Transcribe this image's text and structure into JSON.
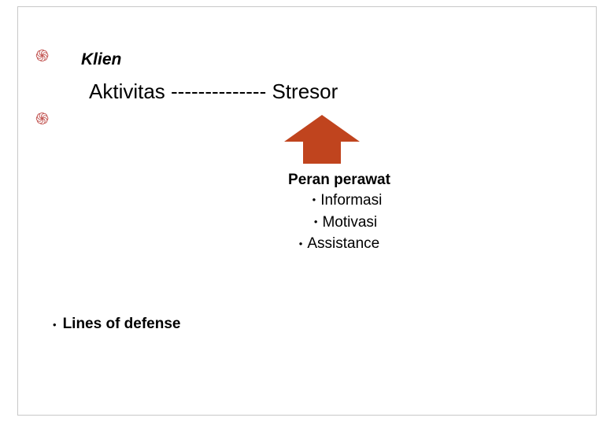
{
  "slide": {
    "bullets": {
      "curl_glyph": "֍",
      "dot_glyph": "•"
    },
    "items": [
      {
        "label": "Klien"
      },
      {
        "label": "Aktivitas -------------- Stresor"
      }
    ],
    "arrow": {
      "name": "up-arrow-shape",
      "color": "#c0441e"
    },
    "nurse_role": {
      "title": "Peran perawat",
      "items": [
        {
          "label": "Informasi"
        },
        {
          "label": "Motivasi"
        },
        {
          "label": "Assistance"
        }
      ]
    },
    "footer": {
      "label": "Lines of defense"
    },
    "colors": {
      "bullet": "#c0504d",
      "arrow": "#c0441e",
      "text": "#000000",
      "frame": "#c8c8c8",
      "background": "#ffffff"
    }
  }
}
